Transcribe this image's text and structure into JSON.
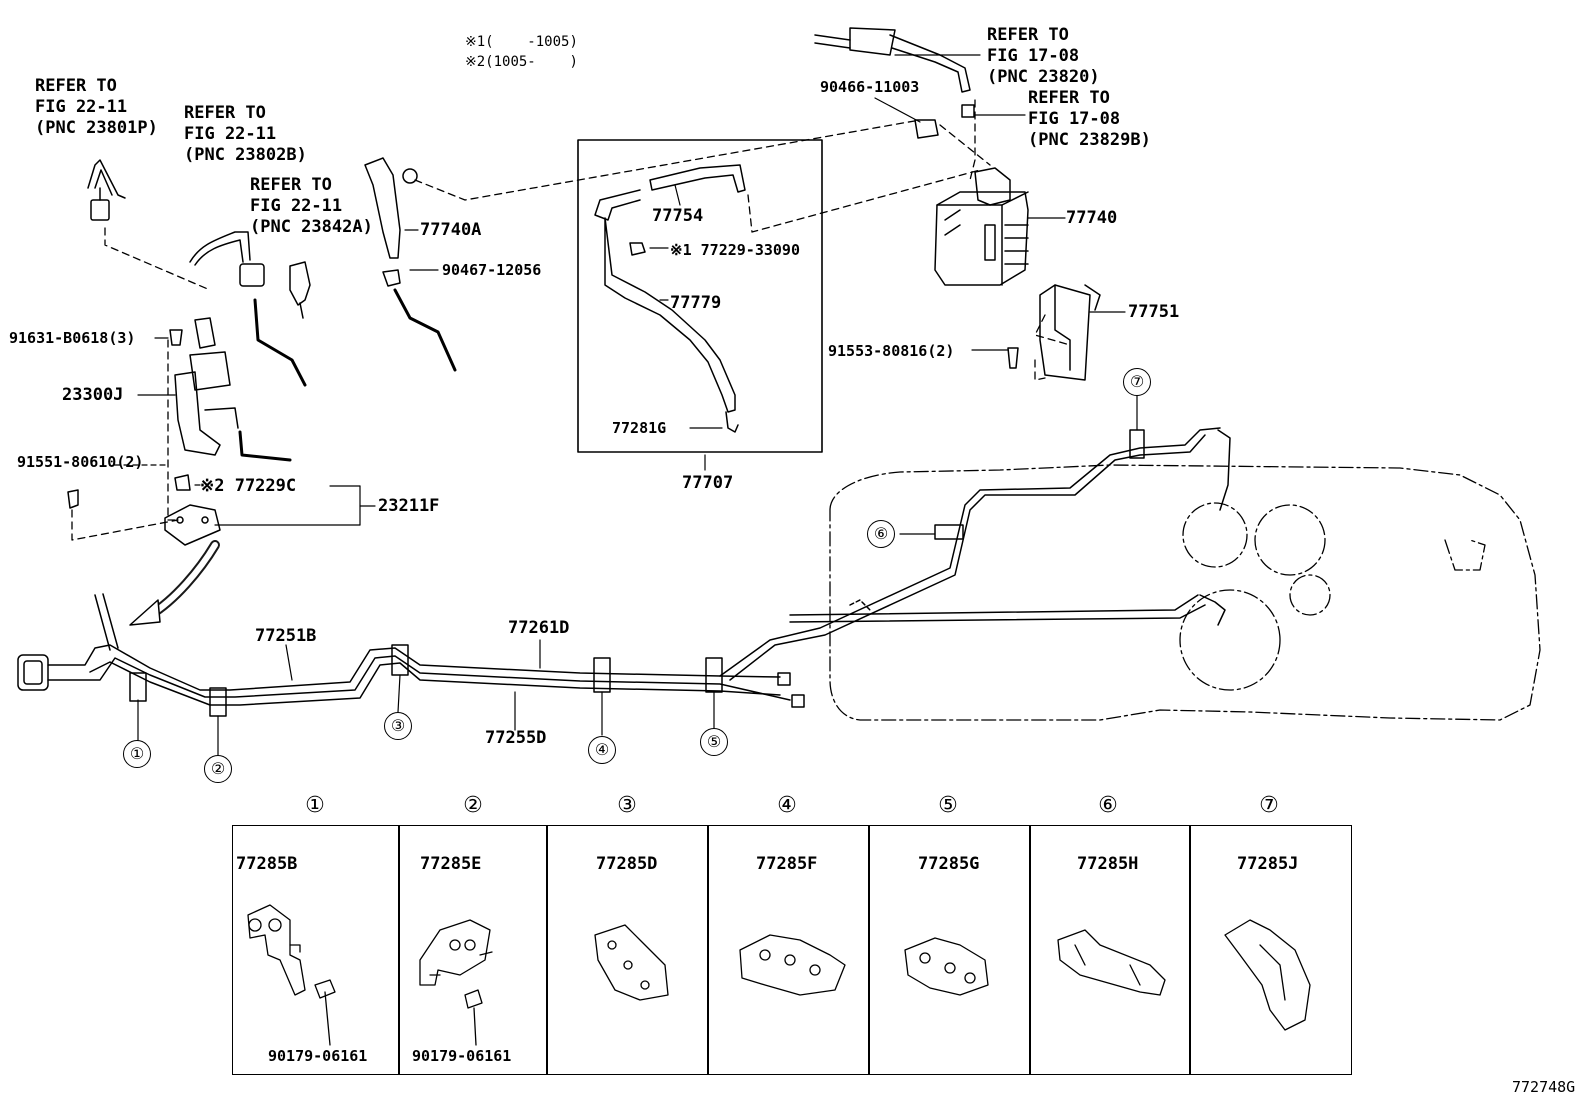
{
  "notes": {
    "note1": "※1(    -1005)",
    "note2": "※2(1005-    )"
  },
  "refs": [
    {
      "key": "r1",
      "lines": [
        "REFER TO",
        "FIG 22-11",
        "(PNC 23801P)"
      ]
    },
    {
      "key": "r2",
      "lines": [
        "REFER TO",
        "FIG 22-11",
        "(PNC 23802B)"
      ]
    },
    {
      "key": "r3",
      "lines": [
        "REFER TO",
        "FIG 22-11",
        "(PNC 23842A)"
      ]
    },
    {
      "key": "r4",
      "lines": [
        "REFER TO",
        "FIG 17-08",
        "(PNC 23820)"
      ]
    },
    {
      "key": "r5",
      "lines": [
        "REFER TO",
        "FIG 17-08",
        "(PNC 23829B)"
      ]
    }
  ],
  "parts": {
    "p90466": "90466-11003",
    "p77740A": "77740A",
    "p90467": "90467-12056",
    "p77754": "77754",
    "p77229_33090": "※1 77229-33090",
    "p77779": "77779",
    "p77281G": "77281G",
    "p77707": "77707",
    "p77740": "77740",
    "p77751": "77751",
    "p91553": "91553-80816(2)",
    "p91631": "91631-B0618(3)",
    "p23300J": "23300J",
    "p91551": "91551-80610(2)",
    "p77229C": "※2 77229C",
    "p23211F": "23211F",
    "p77251B": "77251B",
    "p77261D": "77261D",
    "p77255D": "77255D"
  },
  "callouts": [
    "①",
    "②",
    "③",
    "④",
    "⑤",
    "⑥",
    "⑦"
  ],
  "table": {
    "headers": [
      "①",
      "②",
      "③",
      "④",
      "⑤",
      "⑥",
      "⑦"
    ],
    "parts": [
      "77285B",
      "77285E",
      "77285D",
      "77285F",
      "77285G",
      "77285H",
      "77285J"
    ],
    "nuts": [
      "90179-06161",
      "90179-06161"
    ]
  },
  "figure_id": "772748G"
}
